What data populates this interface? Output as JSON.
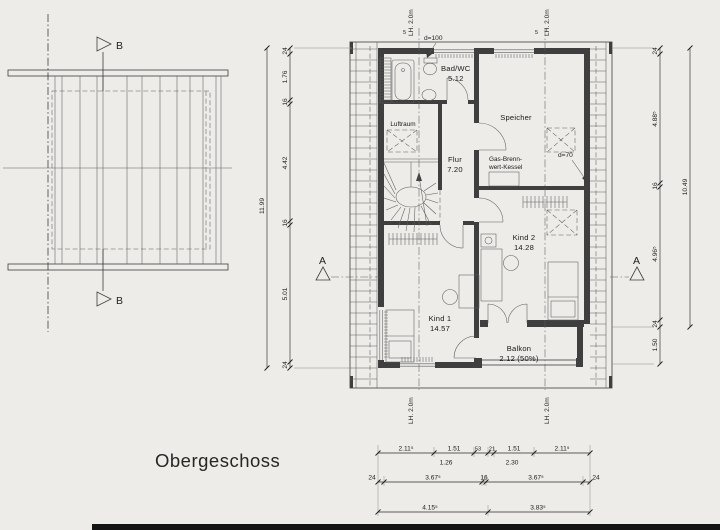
{
  "title": "Obergeschoss",
  "rooms": {
    "bad": {
      "name": "Bad/WC",
      "area": "5.12"
    },
    "speicher": {
      "name": "Speicher"
    },
    "luftraum": {
      "name": "Luftraum"
    },
    "flur": {
      "name": "Flur",
      "area": "7.20"
    },
    "kind2": {
      "name": "Kind 2",
      "area": "14.28"
    },
    "kind1": {
      "name": "Kind 1",
      "area": "14.57"
    },
    "balkon": {
      "name": "Balkon",
      "area": "2.12 (50%)"
    }
  },
  "boiler": {
    "line1": "Gas-Brenn-",
    "line2": "wert-Kessel"
  },
  "annotations": {
    "d100": "d=100",
    "d70": "d=70",
    "lh": "LH. 2.0m",
    "five": "5"
  },
  "sections": {
    "a": "A",
    "b": "B"
  },
  "dimensions": {
    "left": {
      "total": "11.99",
      "parts": [
        "24",
        "1.76",
        "16",
        "4.42",
        "16",
        "5.01",
        "24"
      ]
    },
    "right": {
      "total": "10.49",
      "parts": [
        "24",
        "4.88⁵",
        "16",
        "4.96⁵",
        "24"
      ],
      "balcony_depth": "1.50"
    },
    "bottom": {
      "row1": [
        "2.11⁵",
        "1.51",
        "53",
        "21",
        "1.51",
        "2.11⁵"
      ],
      "row1_sub": [
        "1.26",
        "2.30"
      ],
      "row2": [
        "24",
        "3.67⁵",
        "16",
        "3.67⁵",
        "24"
      ],
      "row3": [
        "4.15⁵",
        "3.83⁵"
      ]
    }
  }
}
